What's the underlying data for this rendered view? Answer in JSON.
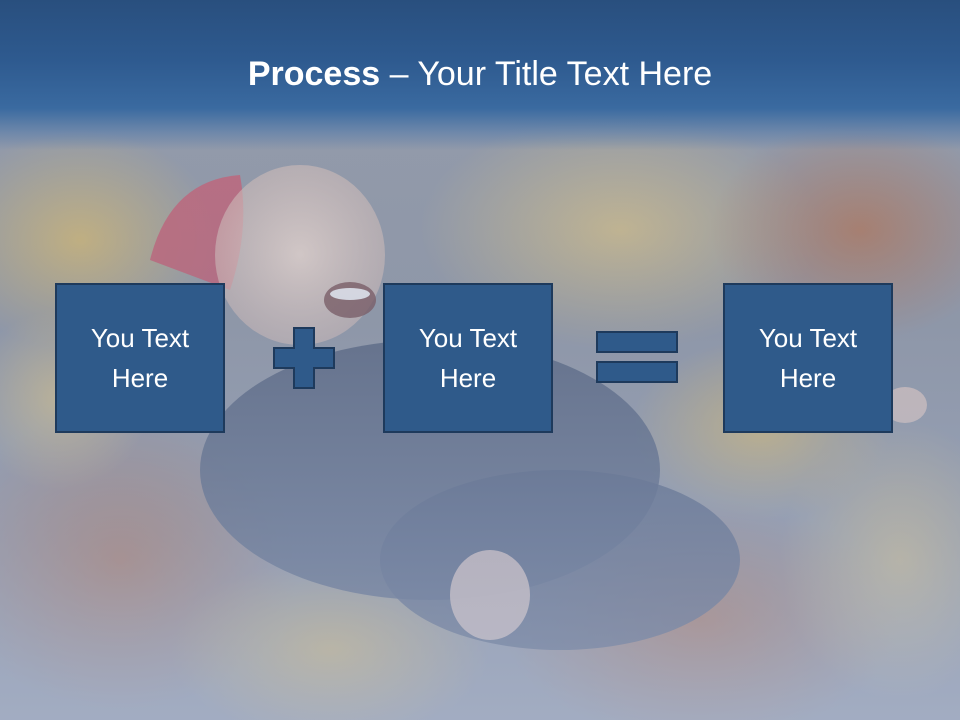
{
  "slide": {
    "title_bold": "Process",
    "title_rest": " – Your Title Text Here",
    "boxes": [
      {
        "text": "You Text\nHere"
      },
      {
        "text": "You Text\nHere"
      },
      {
        "text": "You Text\nHere"
      }
    ],
    "operators": [
      "plus-icon",
      "equals-icon"
    ],
    "colors": {
      "title_bar": "#2e5a8f",
      "box_fill": "#2f5a8a",
      "box_border": "#1e3a5c",
      "text": "#ffffff"
    }
  }
}
